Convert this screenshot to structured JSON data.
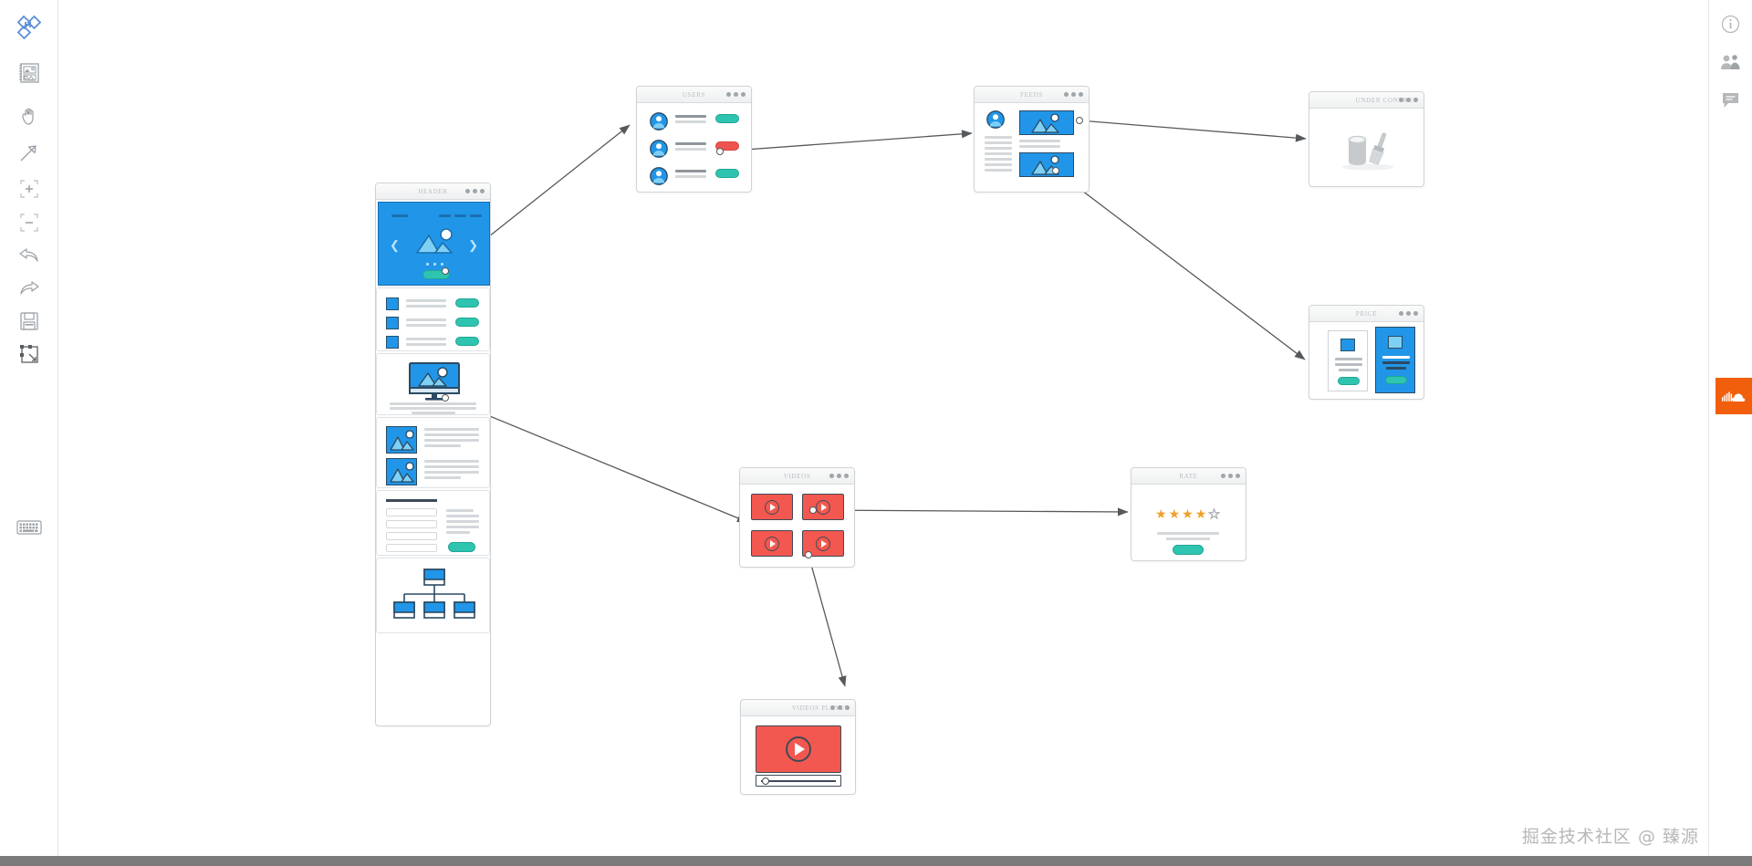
{
  "app": {
    "logo_icon": "diamond-logo-icon",
    "watermark": "掘金技术社区 @ 臻源",
    "canvas_bg": "#ffffff",
    "accent_blue": "#2196e8",
    "accent_teal": "#2ec4b0",
    "accent_red": "#f2584f",
    "accent_orange": "#f25f0c",
    "outline_gray": "#cfd3d6"
  },
  "left_toolbar": {
    "items": [
      {
        "name": "logo",
        "icon": "diamond-logo-icon",
        "label": "Logo",
        "interactable": true
      },
      {
        "name": "wireframe-library",
        "icon": "wireframe-library-icon",
        "label": "Wireframes",
        "interactable": true
      },
      {
        "name": "hand-tool",
        "icon": "hand-icon",
        "label": "Pan",
        "interactable": true
      },
      {
        "name": "arrow-tool",
        "icon": "arrow-pointer-icon",
        "label": "Connector",
        "interactable": true
      },
      {
        "name": "zoom-in",
        "icon": "zoom-in-icon",
        "label": "Zoom In",
        "interactable": true
      },
      {
        "name": "zoom-out",
        "icon": "zoom-out-icon",
        "label": "Zoom Out",
        "interactable": true
      },
      {
        "name": "undo",
        "icon": "undo-icon",
        "label": "Undo",
        "interactable": true
      },
      {
        "name": "redo",
        "icon": "redo-icon",
        "label": "Redo",
        "interactable": true
      },
      {
        "name": "save",
        "icon": "floppy-save-icon",
        "label": "Save",
        "interactable": true
      },
      {
        "name": "export",
        "icon": "export-frame-icon",
        "label": "Export",
        "interactable": true
      },
      {
        "name": "keyboard-shortcuts",
        "icon": "keyboard-icon",
        "label": "Shortcuts",
        "interactable": true
      }
    ]
  },
  "right_toolbar": {
    "items": [
      {
        "name": "info",
        "icon": "info-circle-icon",
        "label": "Info",
        "interactable": true
      },
      {
        "name": "collaborators",
        "icon": "people-icon",
        "label": "Collaborators",
        "interactable": true
      },
      {
        "name": "comments",
        "icon": "comment-icon",
        "label": "Comments",
        "interactable": true
      }
    ],
    "soundcloud": {
      "name": "soundcloud",
      "icon": "soundcloud-cloud-icon",
      "label": "SoundCloud",
      "color": "#f25f0c"
    }
  },
  "cards": {
    "header": {
      "title": "HEADER",
      "sections": [
        {
          "name": "hero-carousel",
          "type": "hero"
        },
        {
          "name": "feature-list",
          "type": "list",
          "rows": 3
        },
        {
          "name": "monitor-block",
          "type": "monitor"
        },
        {
          "name": "media-list",
          "type": "media-list",
          "rows": 2
        },
        {
          "name": "contact-form",
          "type": "form",
          "fields": 4
        },
        {
          "name": "sitemap",
          "type": "sitemap",
          "children": 3
        }
      ]
    },
    "users": {
      "title": "USERS",
      "rows": [
        {
          "name": "user-row-1",
          "button_color": "teal"
        },
        {
          "name": "user-row-2",
          "button_color": "red"
        },
        {
          "name": "user-row-3",
          "button_color": "teal"
        }
      ]
    },
    "feeds": {
      "title": "FEEDS",
      "images": 2,
      "text_lines": 7
    },
    "under_construction": {
      "title": "UNDER CONTRUC",
      "icon": "paint-bucket-brush-icon"
    },
    "price": {
      "title": "PRICE",
      "plans": [
        {
          "name": "plan-basic",
          "highlighted": false
        },
        {
          "name": "plan-pro",
          "highlighted": true
        }
      ]
    },
    "videos": {
      "title": "VIDEOS",
      "tiles": 4
    },
    "rate": {
      "title": "RATE",
      "stars_total": 5,
      "stars_filled": 4
    },
    "videos_player": {
      "title": "VIDEOS PLAYER",
      "has_progress_bar": true,
      "progress_percent": 8
    }
  },
  "connectors": [
    {
      "name": "header-to-users",
      "from": "header",
      "to": "users"
    },
    {
      "name": "users-to-feeds",
      "from": "users",
      "to": "feeds"
    },
    {
      "name": "feeds-to-under-construction",
      "from": "feeds",
      "to": "under_construction"
    },
    {
      "name": "feeds-to-price",
      "from": "feeds",
      "to": "price"
    },
    {
      "name": "header-to-videos",
      "from": "header",
      "to": "videos"
    },
    {
      "name": "videos-to-rate",
      "from": "videos",
      "to": "rate"
    },
    {
      "name": "videos-to-videos-player",
      "from": "videos",
      "to": "videos_player"
    }
  ]
}
